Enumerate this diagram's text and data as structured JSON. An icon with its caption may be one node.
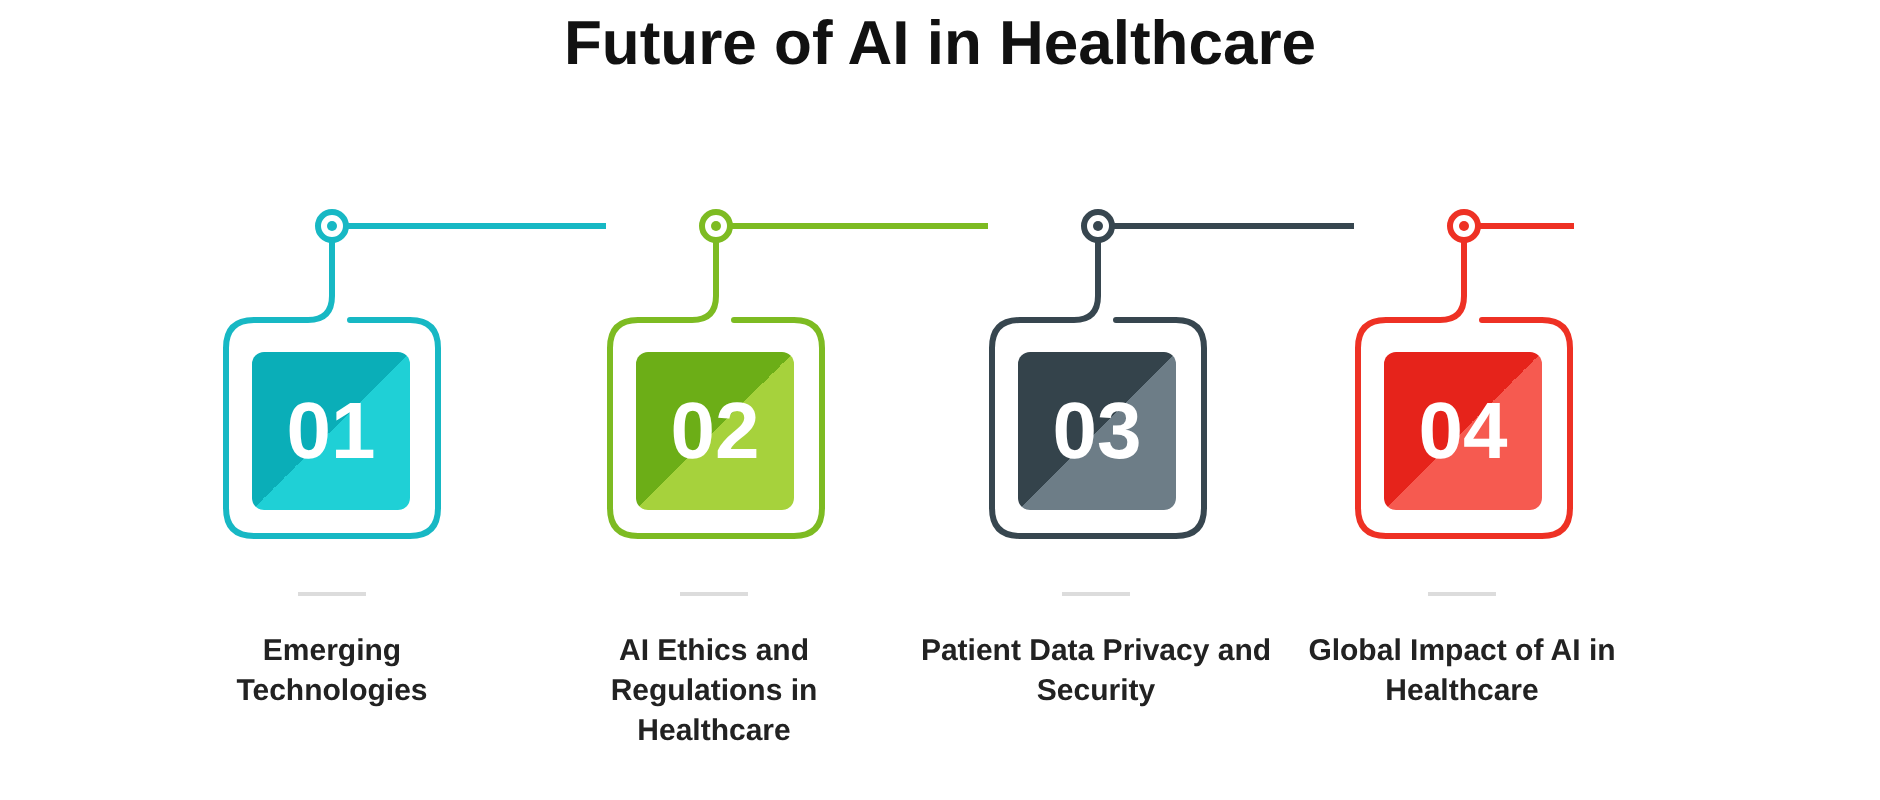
{
  "diagram": {
    "title": "Future of AI in Healthcare",
    "nodes": [
      {
        "text": [
          "01"
        ],
        "beside": [
          "Emerging Technologies"
        ]
      },
      {
        "text": [
          "02"
        ],
        "beside": [
          "AI Ethics and Regulations in Healthcare"
        ]
      },
      {
        "text": [
          "03"
        ],
        "beside": [
          "Patient Data Privacy and Security"
        ]
      },
      {
        "text": [
          "04"
        ],
        "beside": [
          "Global Impact of AI in Healthcare"
        ]
      }
    ],
    "edges": [
      {
        "from": 0,
        "to": 1,
        "arrow": "none",
        "color": "#17b8c4"
      },
      {
        "from": 1,
        "to": 2,
        "arrow": "none",
        "color": "#7dbb22"
      },
      {
        "from": 2,
        "to": 3,
        "arrow": "none",
        "color": "#37464f"
      }
    ]
  }
}
